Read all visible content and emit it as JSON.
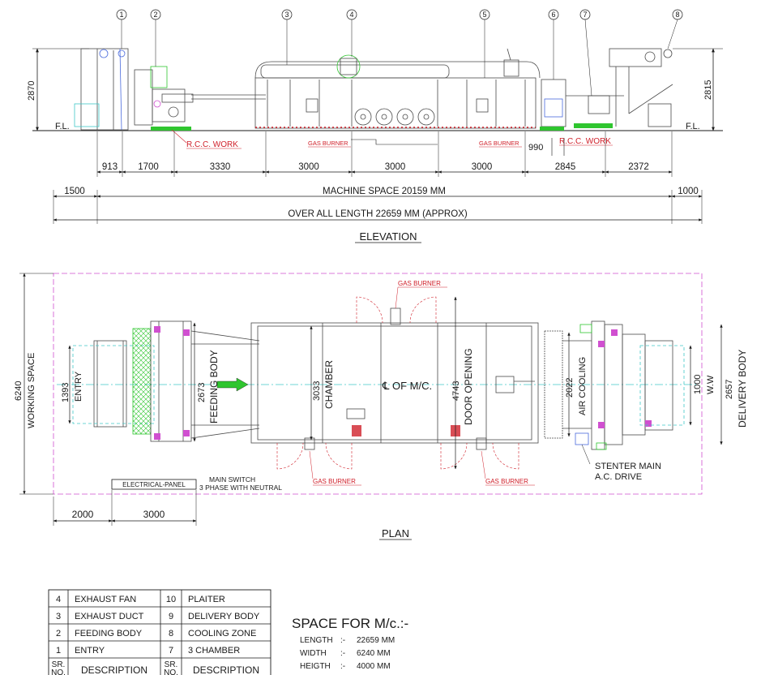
{
  "elevation": {
    "callouts": [
      "1",
      "2",
      "3",
      "4",
      "5",
      "6",
      "7",
      "8"
    ],
    "height_left": "2870",
    "height_right": "2815",
    "floor_label": "F.L.",
    "rcc_work": "R.C.C. WORK",
    "gas_burner": "GAS BURNER",
    "dim_990": "990",
    "dims": [
      "913",
      "1700",
      "3330",
      "3000",
      "3000",
      "3000",
      "2845",
      "2372"
    ],
    "left_clear": "1500",
    "right_clear": "1000",
    "machine_space": "MACHINE SPACE 20159 MM",
    "overall_length": "OVER ALL LENGTH 22659 MM (APPROX)",
    "title": "ELEVATION"
  },
  "plan": {
    "gas_burner": "GAS BURNER",
    "working_space_dim": "6240",
    "working_space_label": "WORKING SPACE",
    "entry_dim": "1393",
    "entry_label": "ENTRY",
    "feeding_dim": "2673",
    "feeding_label": "FEEDING BODY",
    "chamber_dim": "3033",
    "chamber_label": "CHAMBER",
    "centerline_label": "℄ OF M/C.",
    "door_dim": "4743",
    "door_label": "DOOR OPENING",
    "air_dim": "2022",
    "air_label": "AIR COOLING",
    "ww_dim": "1000",
    "ww_label": "W.W",
    "delivery_dim": "2657",
    "delivery_label": "DELIVERY BODY",
    "electrical_panel": "ELECTRICAL-PANEL",
    "main_switch_1": "MAIN SWITCH",
    "main_switch_2": "3 PHASE WITH NEUTRAL",
    "stenter_1": "STENTER MAIN",
    "stenter_2": "A.C. DRIVE",
    "bottom_dims": [
      "2000",
      "3000"
    ],
    "title": "PLAN"
  },
  "legend": {
    "header_sr": [
      "SR.",
      "NO."
    ],
    "header_desc": "DESCRIPTION",
    "rows": [
      {
        "no_a": "4",
        "desc_a": "EXHAUST FAN",
        "no_b": "10",
        "desc_b": "PLAITER"
      },
      {
        "no_a": "3",
        "desc_a": "EXHAUST DUCT",
        "no_b": "9",
        "desc_b": "DELIVERY BODY"
      },
      {
        "no_a": "2",
        "desc_a": "FEEDING BODY",
        "no_b": "8",
        "desc_b": "COOLING ZONE"
      },
      {
        "no_a": "1",
        "desc_a": "ENTRY",
        "no_b": "7",
        "desc_b": "3 CHAMBER"
      }
    ]
  },
  "space": {
    "title": "SPACE FOR M/c.:-",
    "items": [
      {
        "label": "LENGTH",
        "sep": ":-",
        "value": "22659 MM"
      },
      {
        "label": "WIDTH",
        "sep": ":-",
        "value": "6240 MM"
      },
      {
        "label": "HEIGTH",
        "sep": ":-",
        "value": "4000 MM"
      }
    ]
  },
  "colors": {
    "line": "#1a1a1a",
    "machine": "#4a4a4a",
    "green": "#2fc52f",
    "red": "#d0202a",
    "magenta": "#d050d0",
    "cyan": "#40c8c8",
    "blue": "#4a6adc"
  }
}
